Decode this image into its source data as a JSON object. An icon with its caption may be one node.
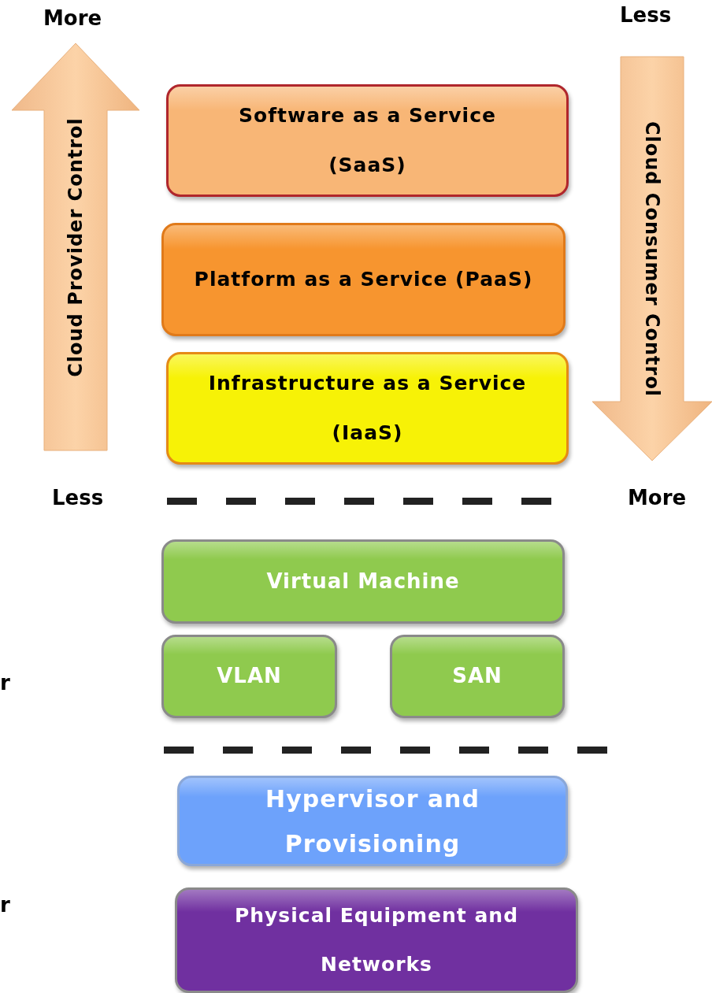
{
  "diagram": {
    "nodes": [
      {
        "text": [
          "Cloud Provider Control"
        ]
      },
      {
        "text": [
          "Software as a Service (SaaS)"
        ]
      },
      {
        "text": [
          "Cloud Consumer Control"
        ]
      },
      {
        "text": [
          "Platform as a Service (PaaS)"
        ]
      },
      {
        "text": [
          "Infrastructure as a Service (IaaS)"
        ]
      },
      {
        "text": [
          "Virtual Machine"
        ]
      },
      {
        "text": [
          "VLAN"
        ]
      },
      {
        "text": [
          "SAN"
        ]
      },
      {
        "text": [
          "Hypervisor and Provisioning"
        ]
      },
      {
        "text": [
          "Physical Equipment and Networks"
        ]
      }
    ],
    "labels": [
      "More",
      "Less",
      "Less",
      "More",
      "r",
      "r"
    ]
  }
}
